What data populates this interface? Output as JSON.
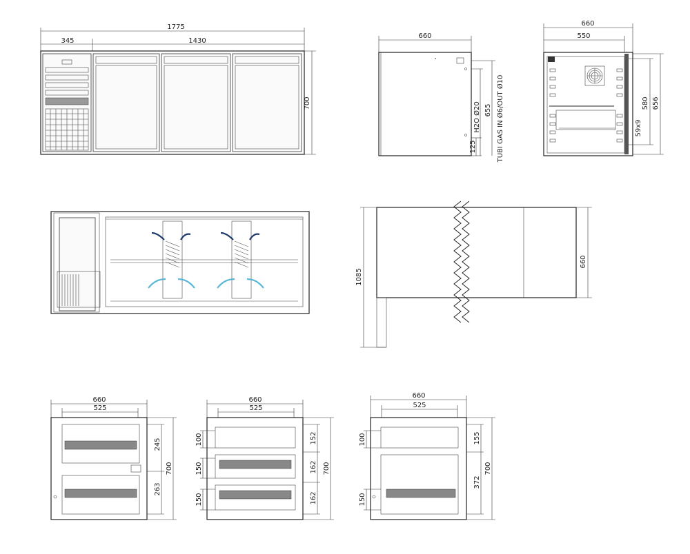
{
  "front_view": {
    "overall_width": "1775",
    "engine_width": "345",
    "doors_width": "1430",
    "height": "700"
  },
  "side_view": {
    "depth": "660",
    "height": "655",
    "h2o_label": "H2O Ø20",
    "gas_label": "TUBI GAS IN Ø6/OUT Ø10",
    "base_height": "125"
  },
  "section_view": {
    "outer_depth": "660",
    "inner_depth": "550",
    "height_outer": "656",
    "height_inner": "580",
    "tray_label": "59x9"
  },
  "top_view": {
    "depth": "660",
    "overhang": "1085"
  },
  "drawer_configs": [
    {
      "width": "660",
      "inner_width": "525",
      "heights": [
        "245",
        "263"
      ],
      "height": "700",
      "left_dims": []
    },
    {
      "width": "660",
      "inner_width": "525",
      "heights": [
        "152",
        "162",
        "162"
      ],
      "height": "700",
      "left_dims": [
        "100",
        "150",
        "150"
      ]
    },
    {
      "width": "660",
      "inner_width": "525",
      "heights": [
        "155",
        "372"
      ],
      "height": "700",
      "left_dims": [
        "100",
        "150"
      ]
    }
  ]
}
